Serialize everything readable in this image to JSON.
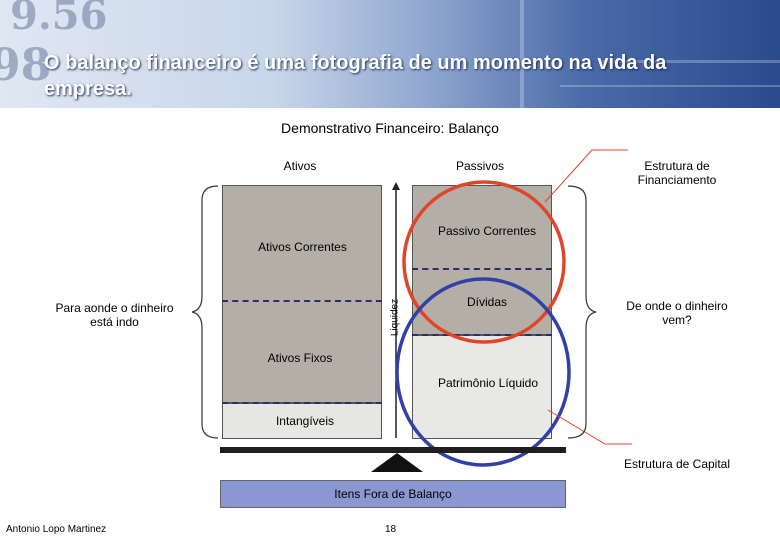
{
  "header": {
    "title": "O balanço financeiro é uma fotografia de um momento na vida da empresa."
  },
  "diagram": {
    "heading": "Demonstrativo Financeiro: Balanço",
    "col_ativos": "Ativos",
    "col_passivos": "Passivos",
    "left_caption": "Para aonde o dinheiro está indo",
    "right_caption": "De onde o dinheiro vem?",
    "callout_financiamento": "Estrutura de Financiamento",
    "callout_capital": "Estrutura de Capital",
    "axis_label": "Liquidez",
    "assets": [
      {
        "label": "Ativos Correntes"
      },
      {
        "label": "Ativos Fixos"
      },
      {
        "label": "Intangíveis"
      }
    ],
    "liabilities": [
      {
        "label": "Passivo Correntes"
      },
      {
        "label": "Dívidas"
      },
      {
        "label": "Patrimônio Líquido"
      }
    ],
    "off_balance": "Itens Fora de Balanço",
    "colors": {
      "asset_fill": "#b3afa6",
      "liability_fill": "#e8e8e6",
      "off_balance_fill": "#8a97d0",
      "red_circle": "#e0452a",
      "blue_circle": "#3340a6"
    }
  },
  "footer": {
    "author": "Antonio Lopo Martinez",
    "page_number": "18"
  }
}
